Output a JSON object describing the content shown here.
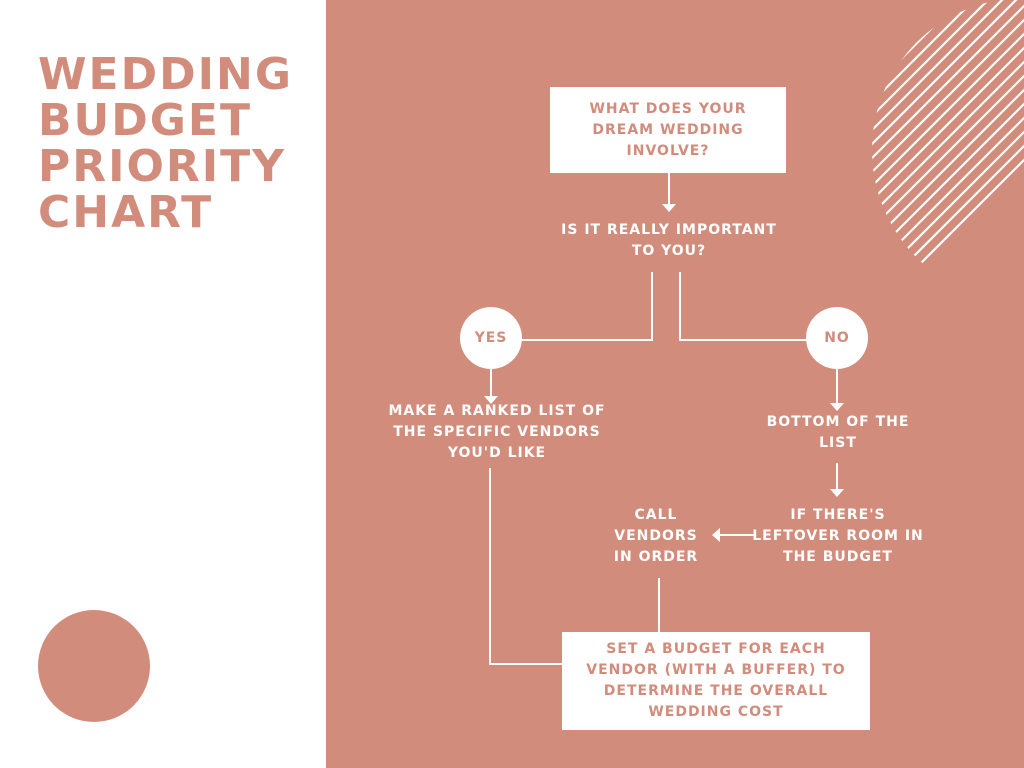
{
  "title": {
    "line1": "WEDDING",
    "line2": "BUDGET",
    "line3": "PRIORITY",
    "line4": "CHART"
  },
  "flowchart": {
    "start": "WHAT DOES YOUR DREAM WEDDING INVOLVE?",
    "question": "IS IT REALLY IMPORTANT TO YOU?",
    "yes_label": "YES",
    "no_label": "NO",
    "yes_step": "MAKE A RANKED LIST OF THE SPECIFIC VENDORS YOU'D LIKE",
    "no_step": "BOTTOM OF THE LIST",
    "leftover_step": "IF THERE'S LEFTOVER ROOM IN THE BUDGET",
    "call_step": "CALL VENDORS IN ORDER",
    "final_step": "SET A BUDGET FOR EACH VENDOR (WITH A BUFFER) TO DETERMINE THE OVERALL WEDDING COST"
  },
  "colors": {
    "accent": "#d28c7c",
    "white": "#ffffff"
  }
}
